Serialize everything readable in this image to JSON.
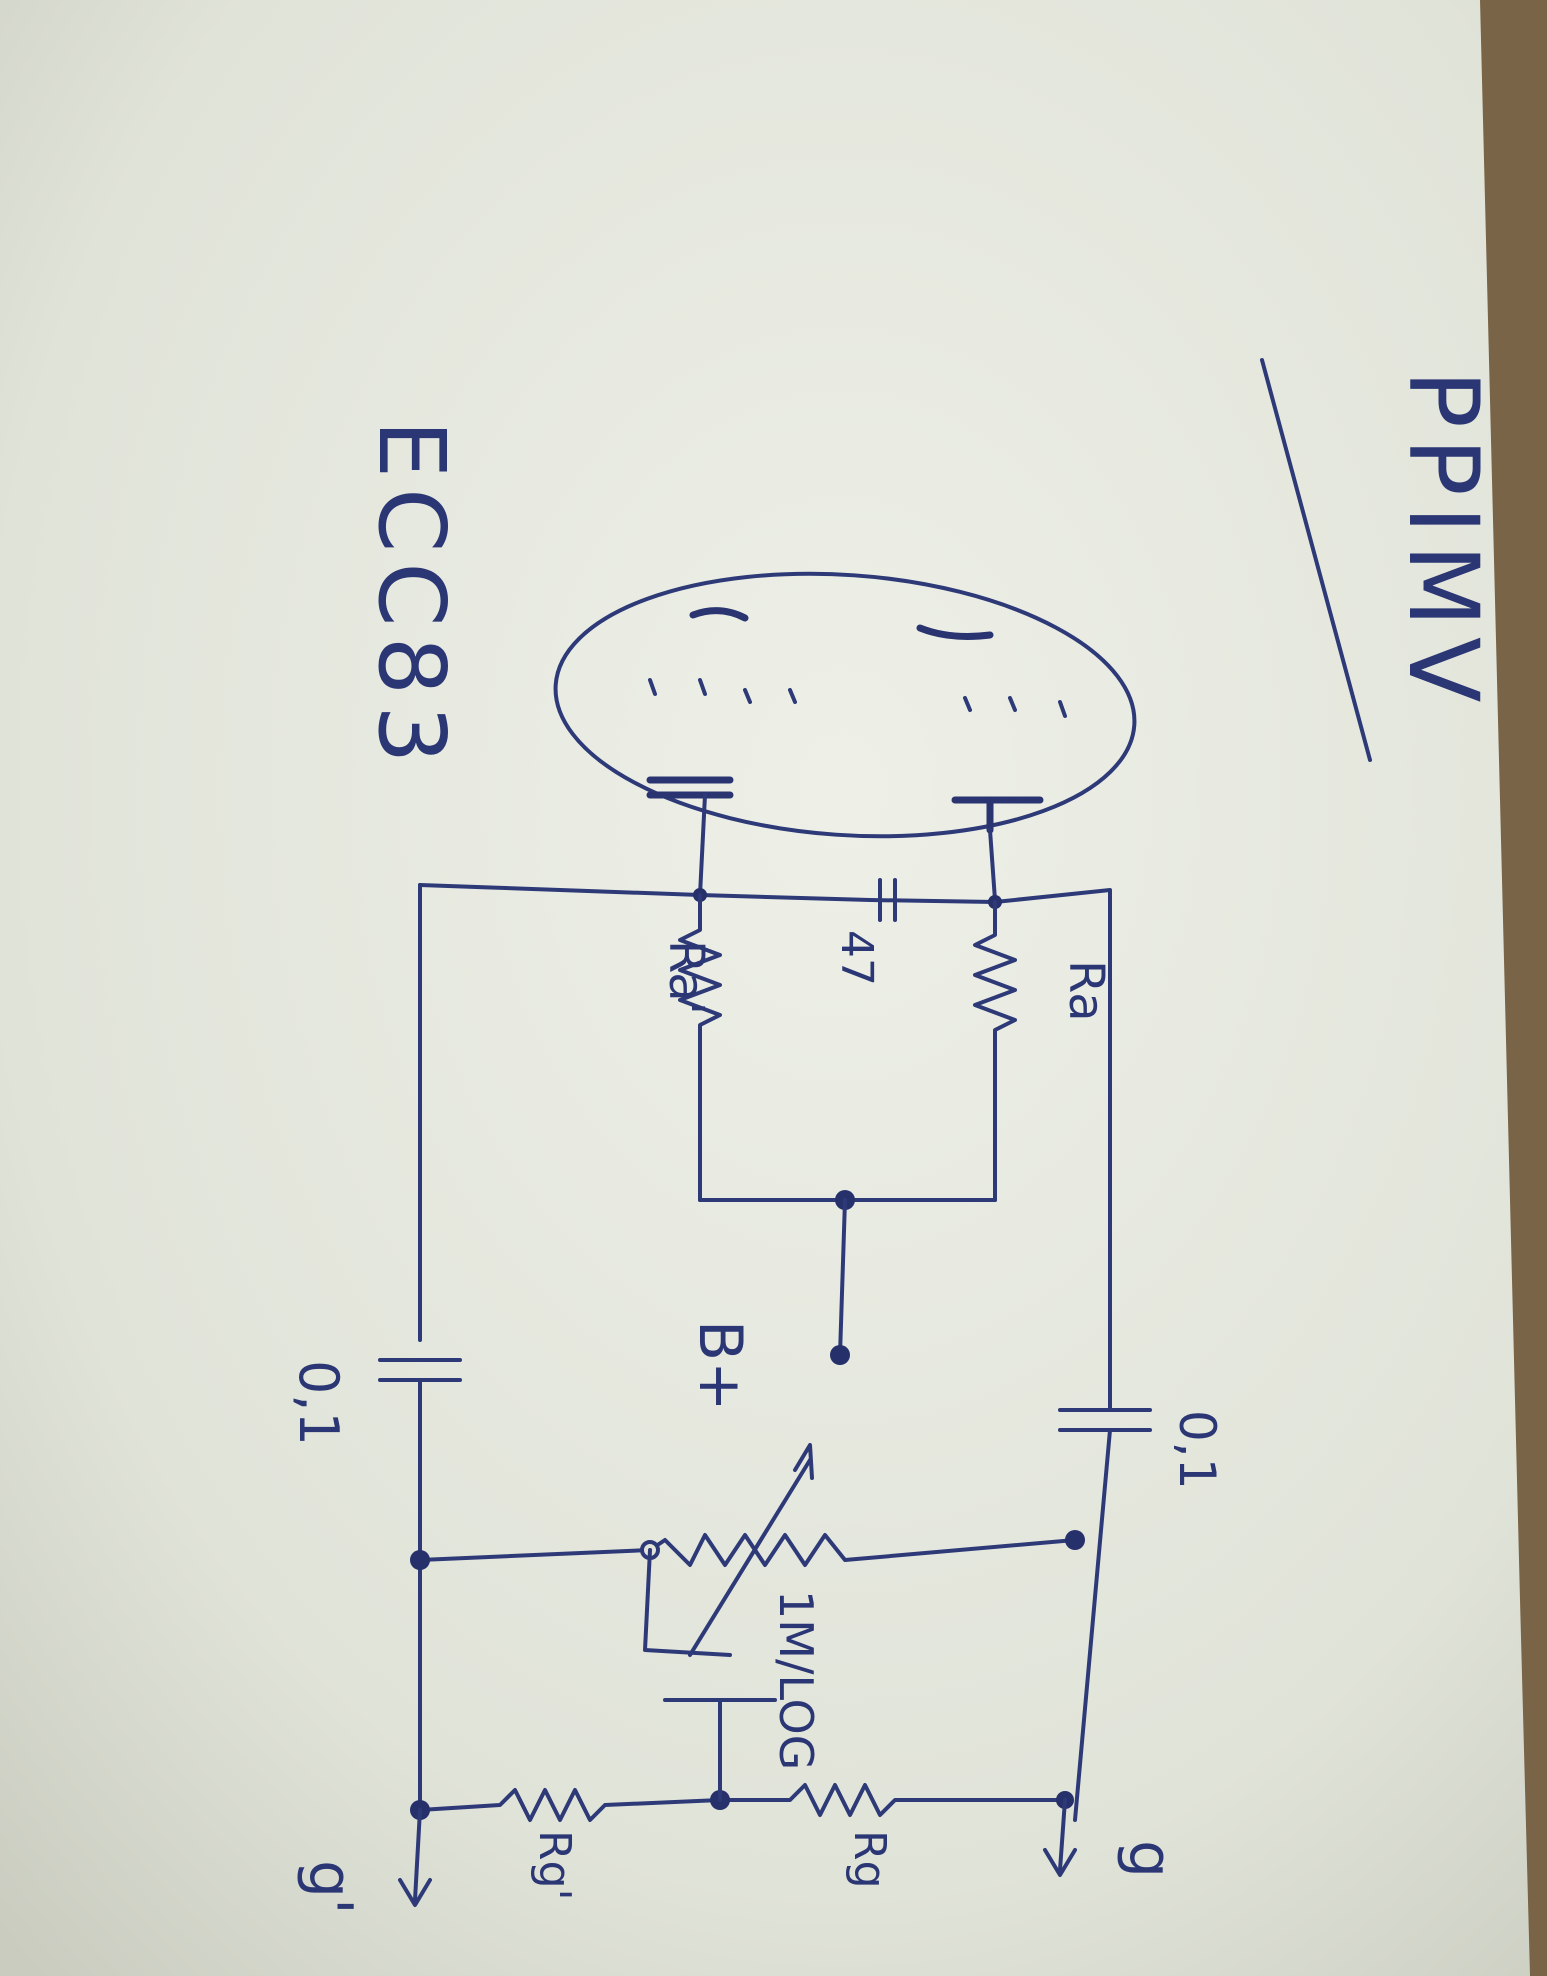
{
  "diagram": {
    "title": "PPIMV",
    "tube": "ECC83",
    "labels": {
      "ra": "Ra",
      "ra_prime": "Ra'",
      "cap_47": "47",
      "b_plus": "B+",
      "cap_top": "0,1",
      "cap_bottom": "0,1",
      "pot": "1M/LOG",
      "rg": "Rg",
      "rg_prime": "Rg'",
      "out_top": "g",
      "out_bottom": "g'"
    }
  },
  "colors": {
    "paper": "#e4e6dc",
    "ink": "#2e3a78",
    "background": "#7a6448"
  }
}
